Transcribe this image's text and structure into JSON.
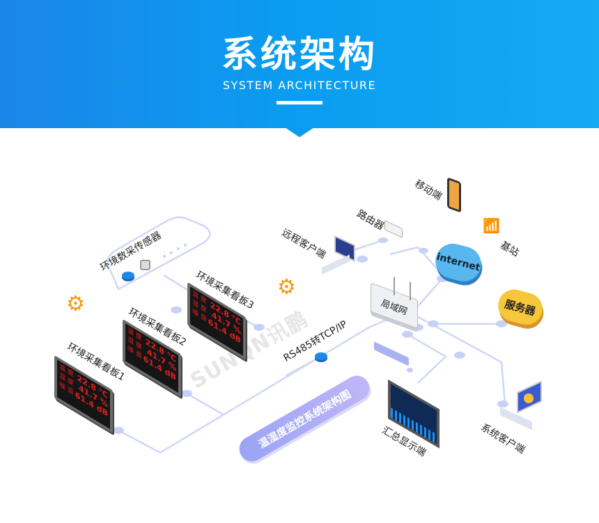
{
  "header": {
    "title": "系统架构",
    "subtitle": "SYSTEM ARCHITECTURE"
  },
  "watermark": "SUNQN讯鹏",
  "nodes": {
    "sensor": "环境数采传感器",
    "board1": "环境采集看板1",
    "board2": "环境采集看板2",
    "board3": "环境采集看板3",
    "converter": "RS485转TCP/IP",
    "lan": "局域网",
    "router": "路由器",
    "remote_client": "远程客户端",
    "mobile": "移动端",
    "base_station": "基站",
    "internet": "internet",
    "server": "服务器",
    "summary_display": "汇总显示端",
    "system_client": "系统客户端"
  },
  "board_readings": {
    "labels": [
      "温 度",
      "湿 度",
      "噪 音"
    ],
    "values": [
      "22.8 ℃",
      "41.7 %",
      "61.4 dB"
    ]
  },
  "banner": "温湿度监控系统架构图",
  "colors": {
    "header": "#0a9df0",
    "line": "#cdd6f6",
    "gear": "#f39a12",
    "cloud": "#4fb3ef",
    "server": "#f5c038",
    "banner": "#a9acf6"
  }
}
